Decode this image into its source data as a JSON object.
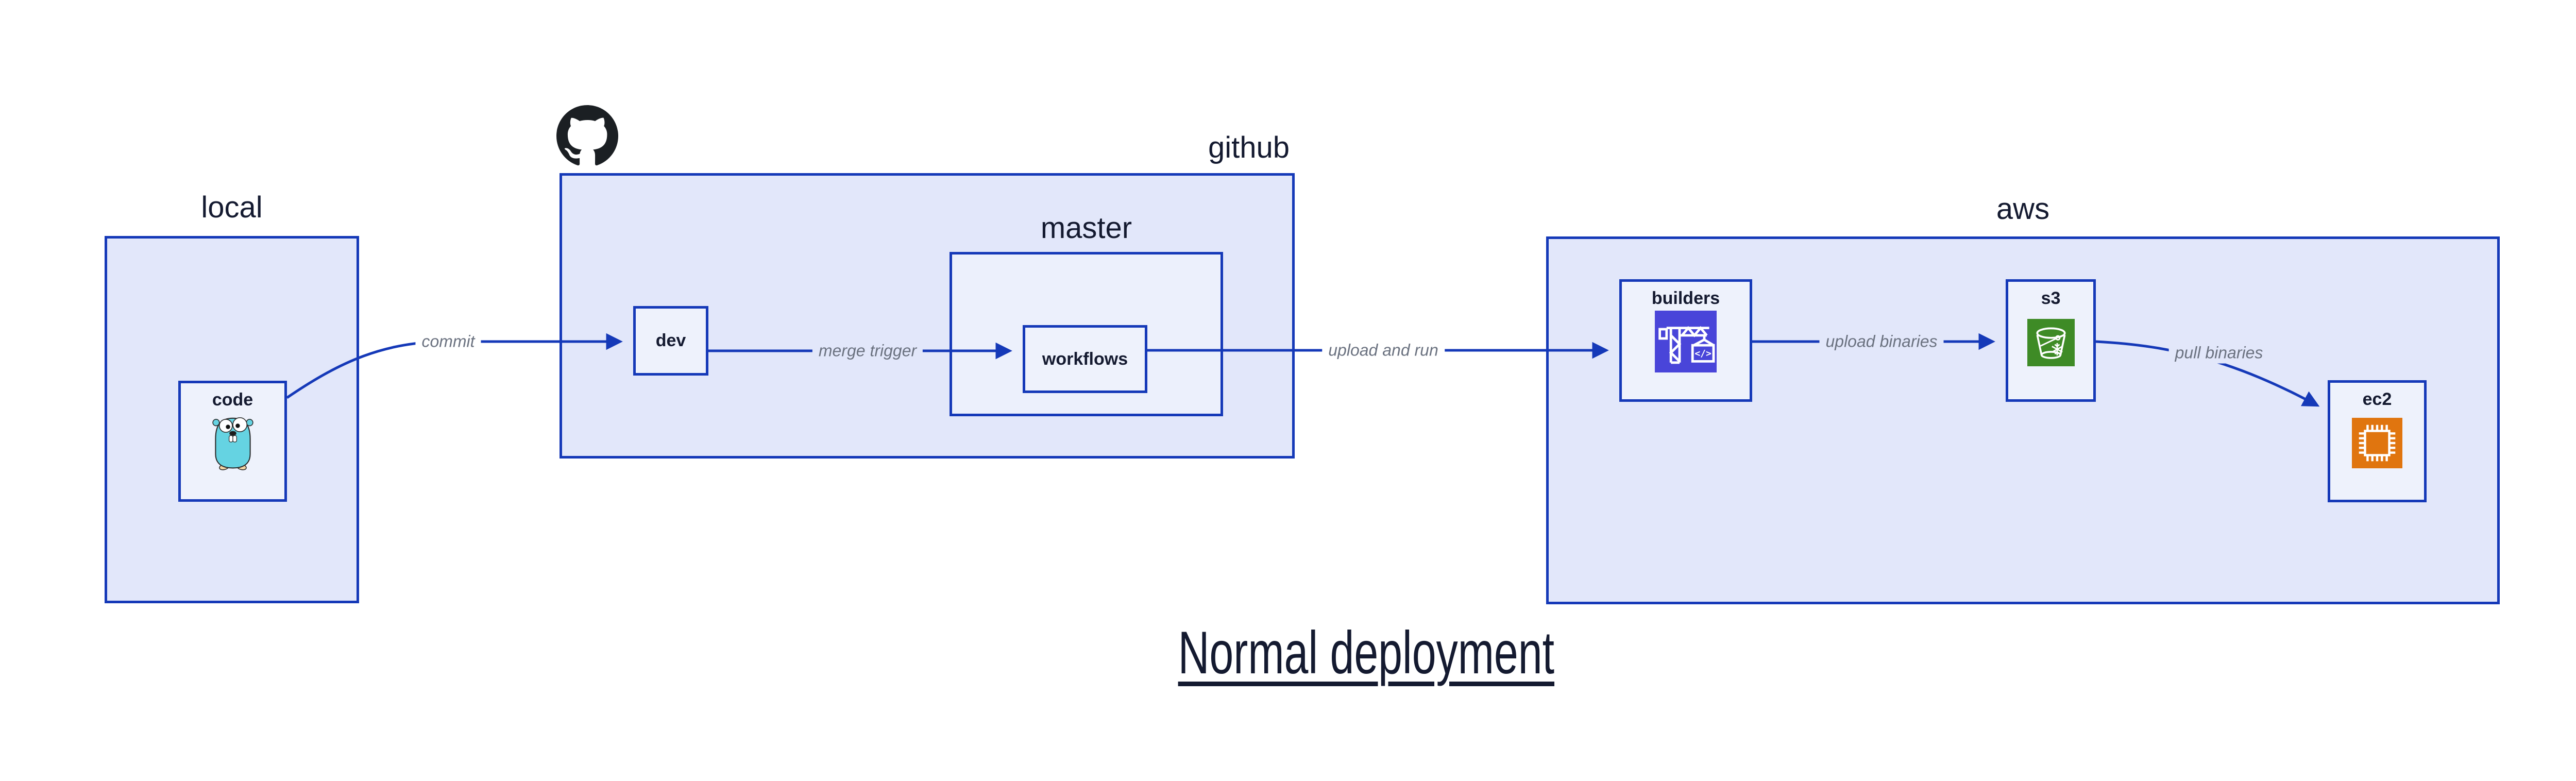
{
  "title": "Normal deployment",
  "colors": {
    "accent_blue": "#1539b8",
    "group_fill": "#e2e7fa",
    "node_fill": "#eef2fc",
    "text_dark": "#141a30",
    "edge_label_gray": "#6b7280",
    "gopher_teal": "#65d3e2",
    "codebuild_purple": "#4945d9",
    "s3_green": "#3e8b26",
    "ec2_orange": "#e0750f",
    "github_black": "#1b1f23",
    "canvas_bg": "#ffffff"
  },
  "groups": {
    "local": {
      "label": "local"
    },
    "github": {
      "label": "github",
      "icon": "github-octocat-icon"
    },
    "master": {
      "label": "master"
    },
    "aws": {
      "label": "aws"
    }
  },
  "nodes": {
    "code": {
      "label": "code",
      "icon": "go-gopher-icon"
    },
    "dev": {
      "label": "dev"
    },
    "workflows": {
      "label": "workflows"
    },
    "builders": {
      "label": "builders",
      "icon": "aws-codebuild-crane-icon"
    },
    "s3": {
      "label": "s3",
      "icon": "aws-s3-glacier-bucket-icon"
    },
    "ec2": {
      "label": "ec2",
      "icon": "aws-ec2-chip-icon"
    },
    "builders_icon_glyph": "</>"
  },
  "edges": [
    {
      "from": "code",
      "to": "dev",
      "label": "commit"
    },
    {
      "from": "dev",
      "to": "workflows",
      "label": "merge trigger"
    },
    {
      "from": "workflows",
      "to": "builders",
      "label": "upload and run"
    },
    {
      "from": "builders",
      "to": "s3",
      "label": "upload binaries"
    },
    {
      "from": "s3",
      "to": "ec2",
      "label": "pull binaries"
    }
  ]
}
